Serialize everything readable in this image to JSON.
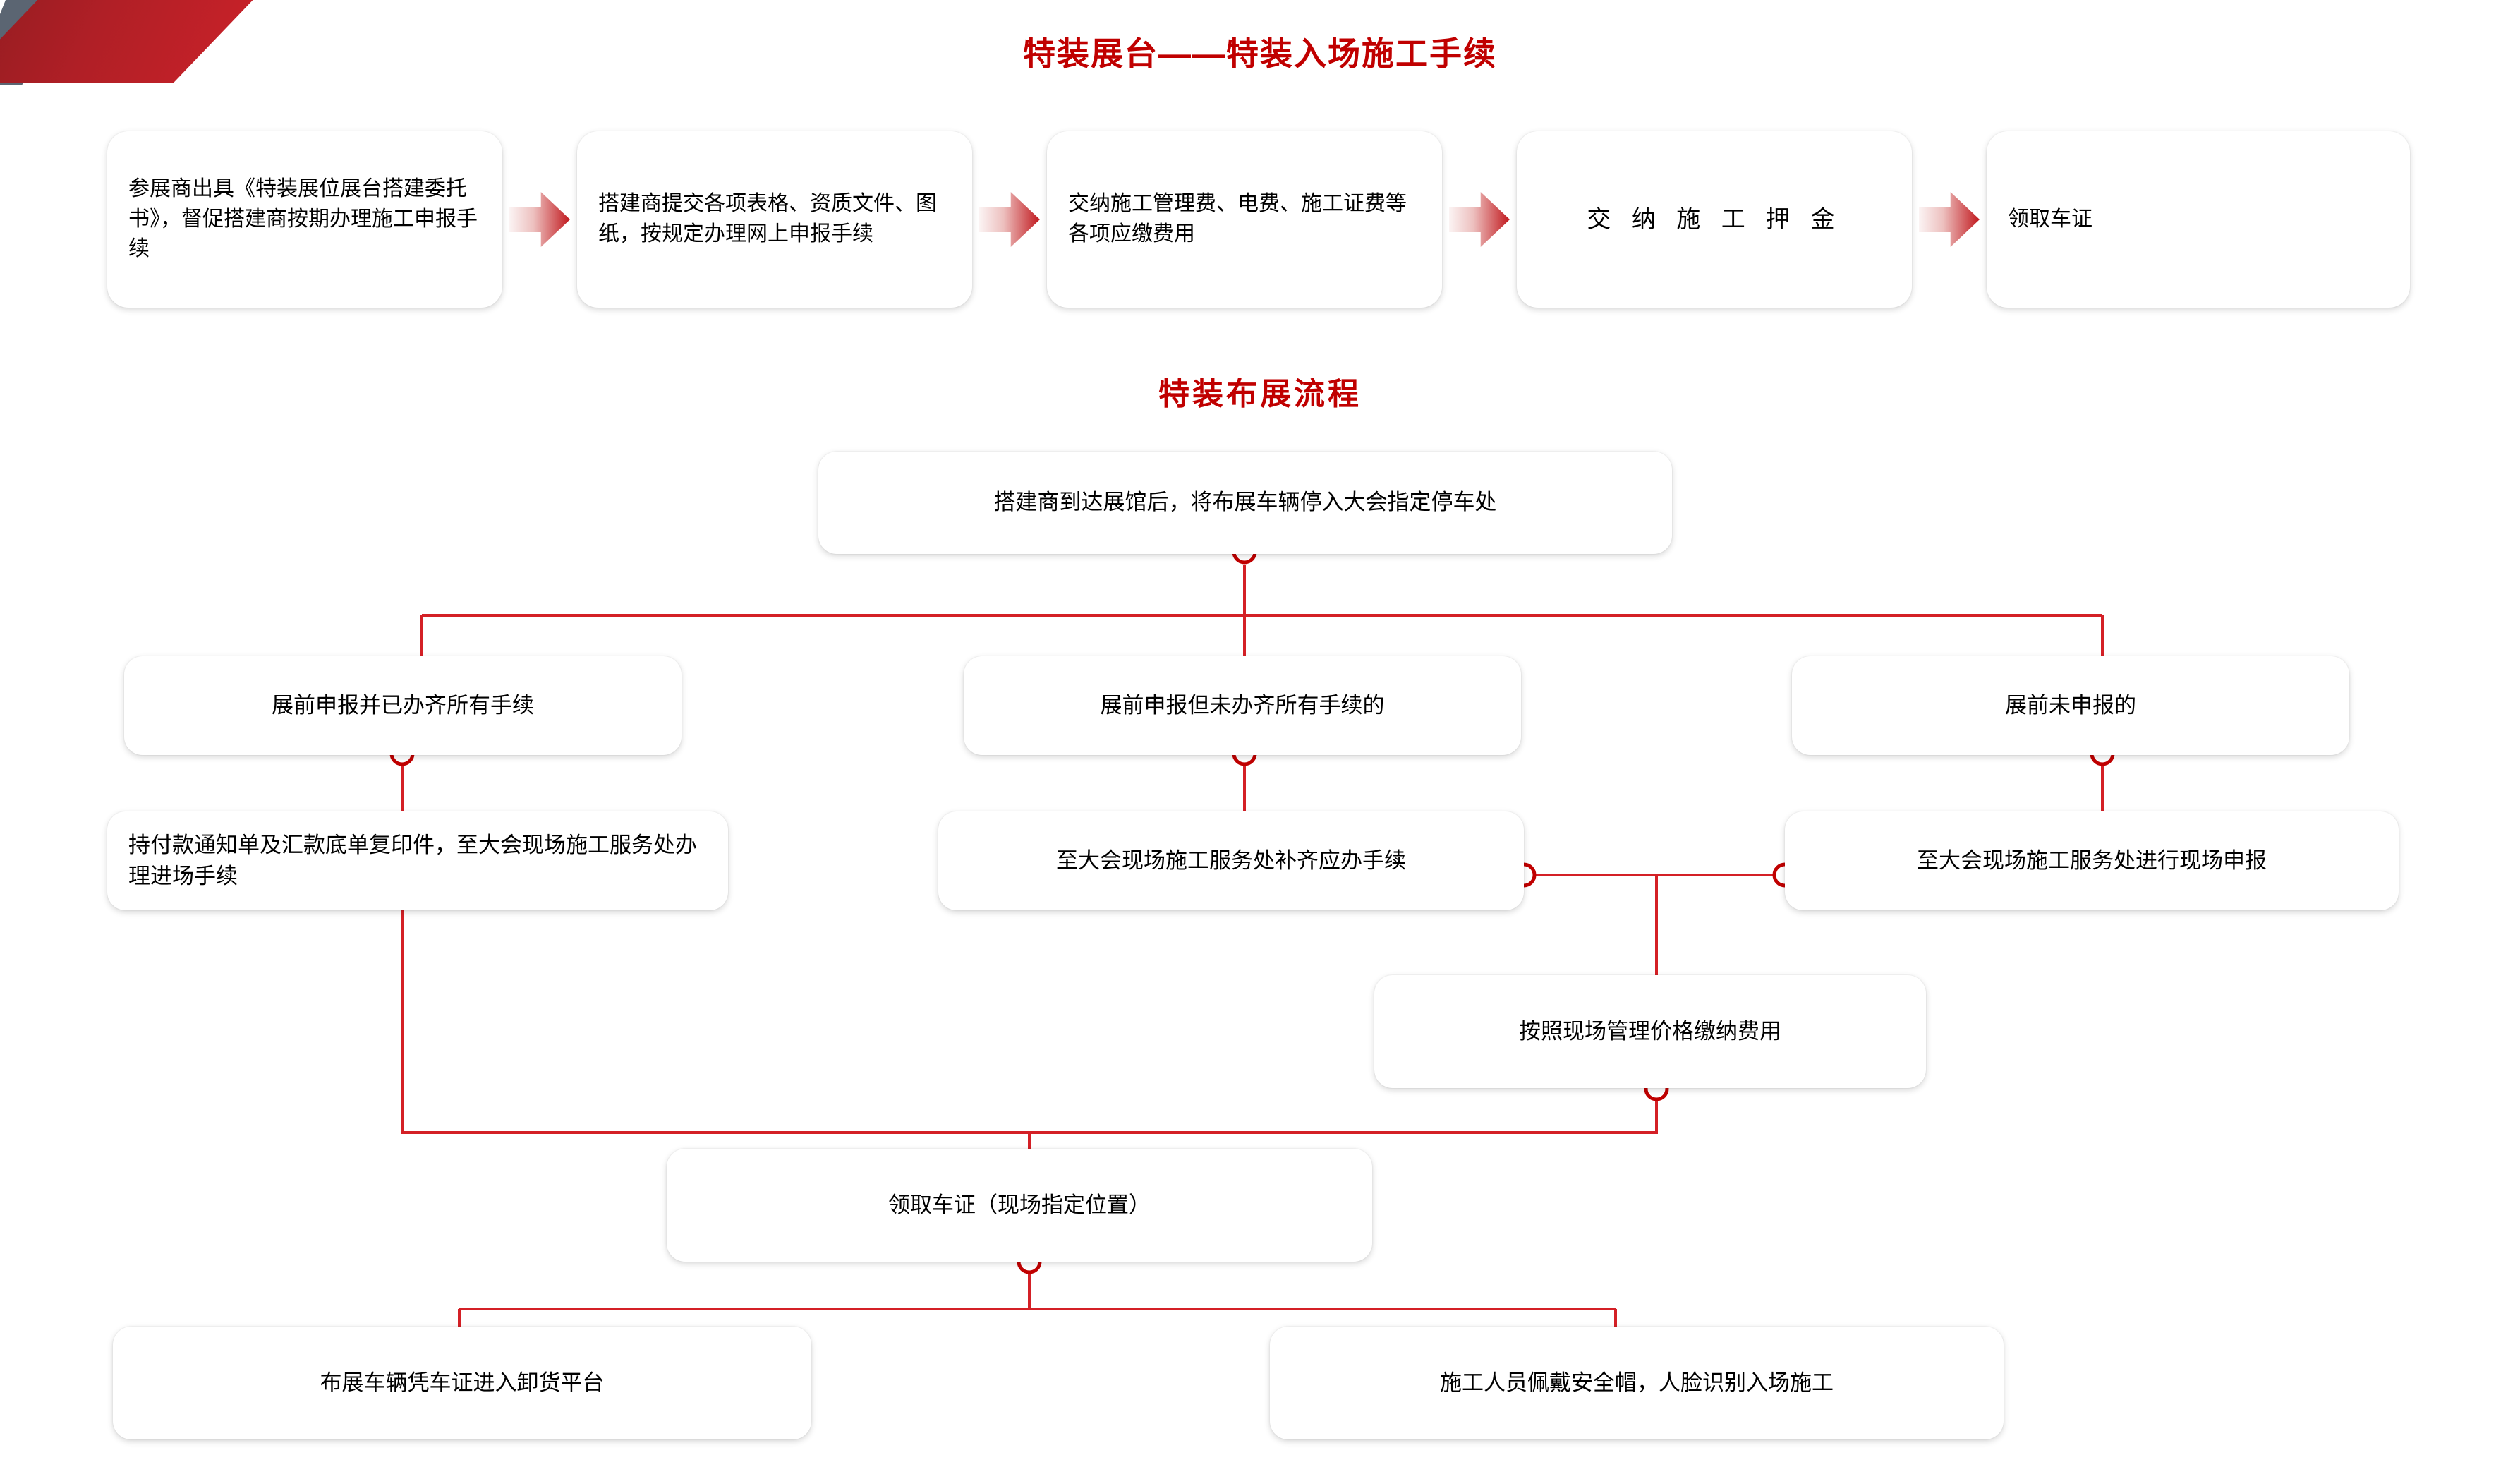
{
  "page": {
    "accent_red": "#c00000",
    "line_red": "#d42026",
    "card_bg": "#ffffff",
    "text_color": "#000000"
  },
  "titles": {
    "main": "特装展台——特装入场施工手续",
    "sub": "特装布展流程"
  },
  "procedure_row": {
    "steps": [
      {
        "id": "step-1",
        "text": "参展商出具《特装展位展台搭建委托书》，督促搭建商按期办理施工申报手续",
        "align": "left"
      },
      {
        "id": "step-2",
        "text": "搭建商提交各项表格、资质文件、图纸，按规定办理网上申报手续",
        "align": "left"
      },
      {
        "id": "step-3",
        "text": "交纳施工管理费、电费、施工证费等各项应缴费用",
        "align": "left"
      },
      {
        "id": "step-4",
        "text": "交 纳 施 工 押 金",
        "align": "center"
      },
      {
        "id": "step-5",
        "text": "领取车证",
        "align": "left"
      }
    ],
    "arrow_icon_name": "chevron-right-arrow"
  },
  "flow": {
    "nodes": [
      {
        "id": "node-arrival",
        "text": "搭建商到达展馆后，将布展车辆停入大会指定停车处"
      },
      {
        "id": "node-branch-done",
        "text": "展前申报并已办齐所有手续"
      },
      {
        "id": "node-branch-partial",
        "text": "展前申报但未办齐所有手续的"
      },
      {
        "id": "node-branch-none",
        "text": "展前未申报的"
      },
      {
        "id": "node-entry-done",
        "text": "持付款通知单及汇款底单复印件，至大会现场施工服务处办理进场手续"
      },
      {
        "id": "node-entry-partial",
        "text": "至大会现场施工服务处补齐应办手续"
      },
      {
        "id": "node-entry-none",
        "text": "至大会现场施工服务处进行现场申报"
      },
      {
        "id": "node-onsite-fee",
        "text": "按照现场管理价格缴纳费用"
      },
      {
        "id": "node-vehicle-pass",
        "text": "领取车证（现场指定位置）"
      },
      {
        "id": "node-unload",
        "text": "布展车辆凭车证进入卸货平台"
      },
      {
        "id": "node-helmet",
        "text": "施工人员佩戴安全帽，人脸识别入场施工"
      }
    ]
  }
}
